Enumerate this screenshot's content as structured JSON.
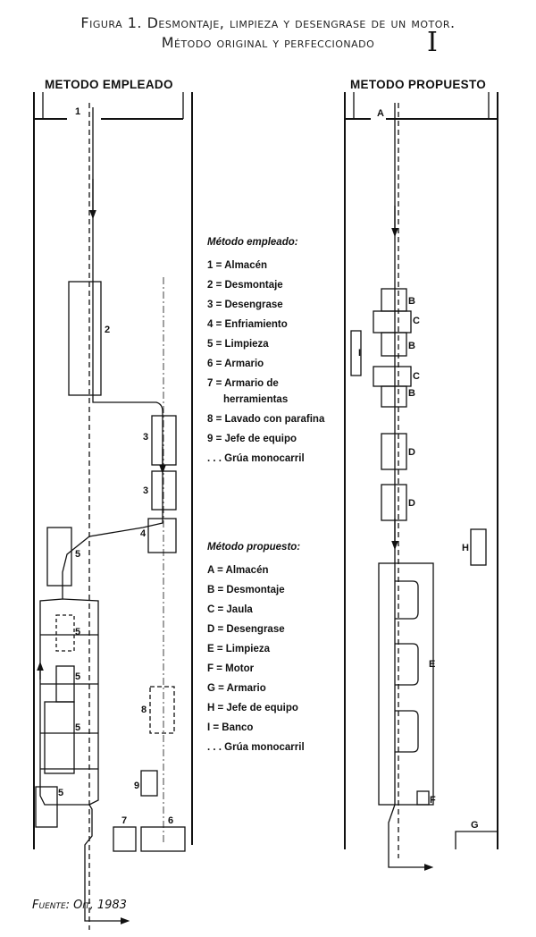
{
  "title_line1": "Figura 1. Desmontaje, limpieza y desengrase de un motor.",
  "title_line2": "Método original y perfeccionado",
  "left_heading": "METODO EMPLEADO",
  "right_heading": "METODO PROPUESTO",
  "legend_empleado": {
    "heading": "Método empleado:",
    "items": [
      "1 = Almacén",
      "2 = Desmontaje",
      "3 = Desengrase",
      "4 = Enfriamiento",
      "5 = Limpieza",
      "6 = Armario",
      "7 = Armario de",
      "herramientas",
      "8 = Lavado con parafina",
      "9 = Jefe de equipo",
      ". . . Grúa monocarril"
    ]
  },
  "legend_propuesto": {
    "heading": "Método propuesto:",
    "items": [
      "A = Almacén",
      "B = Desmontaje",
      "C = Jaula",
      "D = Desengrase",
      "E = Limpieza",
      "F = Motor",
      "G = Armario",
      "H = Jefe de equipo",
      "I = Banco",
      ". . . Grúa monocarril"
    ]
  },
  "left_labels": {
    "l1": "1",
    "l2": "2",
    "l3": "3",
    "l4": "4",
    "l5": "5",
    "l6": "6",
    "l7": "7",
    "l8": "8",
    "l9": "9"
  },
  "right_labels": {
    "A": "A",
    "B": "B",
    "C": "C",
    "D": "D",
    "E": "E",
    "F": "F",
    "G": "G",
    "H": "H",
    "I": "I"
  },
  "source": "Fuente: Oit, 1983"
}
